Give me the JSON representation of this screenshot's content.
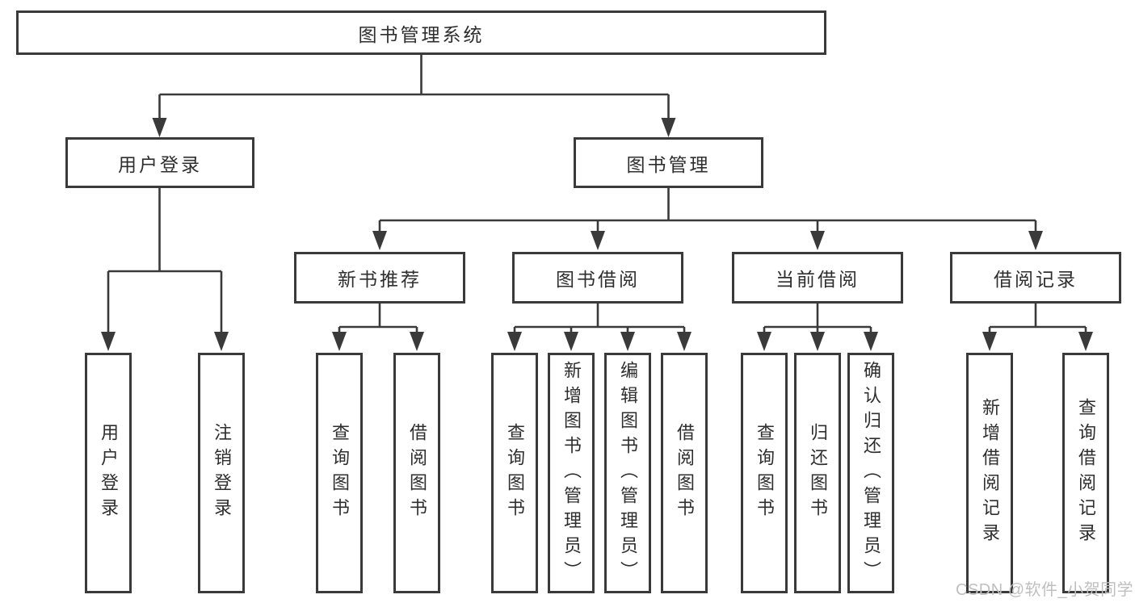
{
  "tree": {
    "root": "图书管理系统",
    "level2": [
      "用户登录",
      "图书管理"
    ],
    "level3": [
      "新书推荐",
      "图书借阅",
      "当前借阅",
      "借阅记录"
    ],
    "leaves": {
      "user_login": [
        "用户登录",
        "注销登录"
      ],
      "new_books": [
        "查询图书",
        "借阅图书"
      ],
      "book_borrow": [
        "查询图书",
        "新增图书（管理员）",
        "编辑图书（管理员）",
        "借阅图书"
      ],
      "current_borrow": [
        "查询图书",
        "归还图书",
        "确认归还（管理员）"
      ],
      "borrow_records": [
        "新增借阅记录",
        "查询借阅记录"
      ]
    }
  },
  "watermark": {
    "text": "CSDN @软件_小贺同学"
  },
  "colors": {
    "line": "#3a3a3a",
    "box_bg": "#ffffff",
    "text": "#2e2e2e",
    "watermark": "#bfbfbf"
  }
}
